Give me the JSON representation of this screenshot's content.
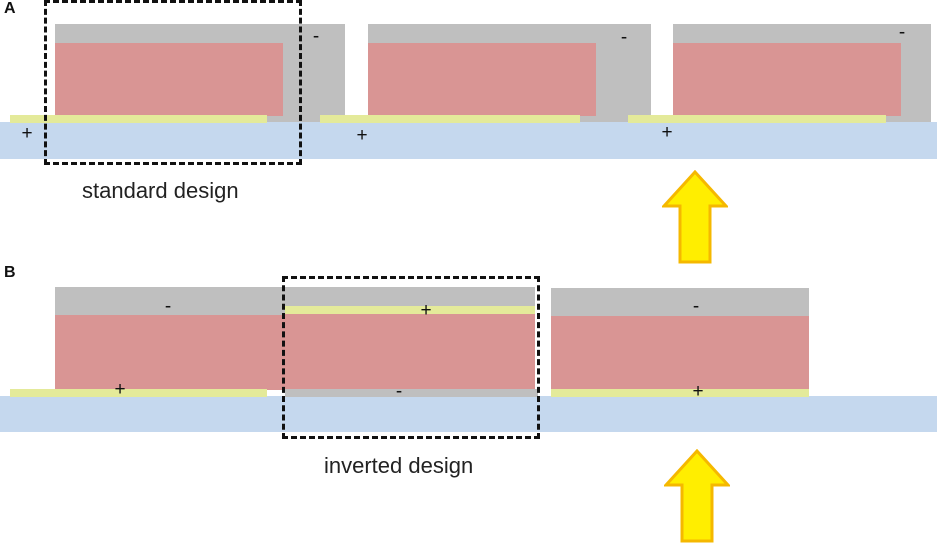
{
  "panel_a": {
    "letter": "A",
    "caption": "standard design",
    "signs": {
      "cathode": "-",
      "anode": "+"
    }
  },
  "panel_b": {
    "letter": "B",
    "caption": "inverted design",
    "signs": {
      "minus": "-",
      "plus": "+"
    }
  },
  "colors": {
    "substrate": "#c5d8ee",
    "electrode_metal": "#bfbfbf",
    "active_layer": "#d99594",
    "transparent_electrode": "#e4ea9a",
    "arrow_fill": "#ffee00",
    "arrow_stroke": "#f5b800"
  },
  "icons": {
    "light_arrow": "up-arrow-icon"
  }
}
